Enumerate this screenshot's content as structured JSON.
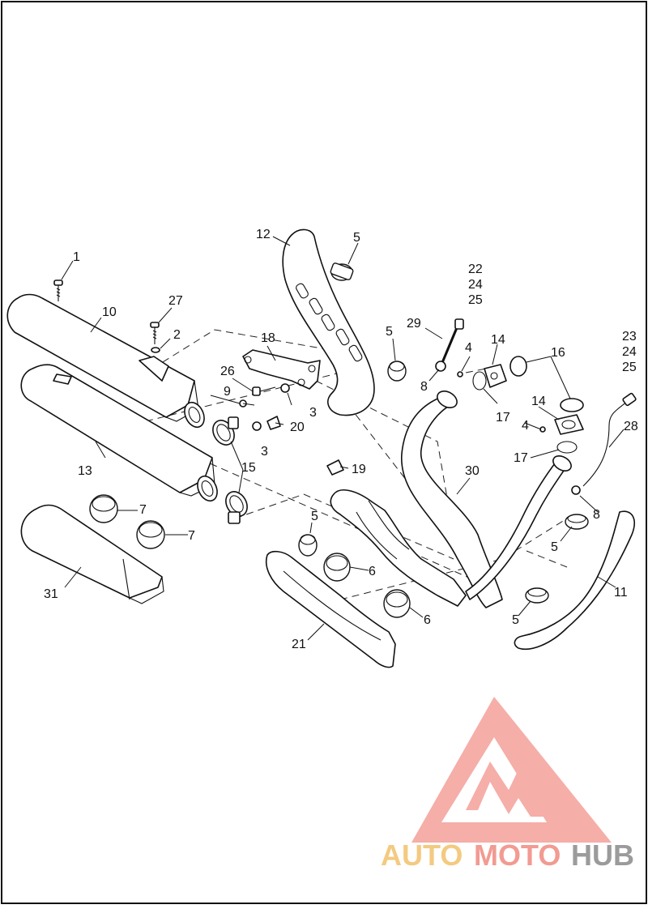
{
  "diagram": {
    "callouts": [
      {
        "id": "c1",
        "text": "1"
      },
      {
        "id": "c2",
        "text": "2"
      },
      {
        "id": "c3a",
        "text": "3"
      },
      {
        "id": "c3b",
        "text": "3"
      },
      {
        "id": "c4a",
        "text": "4"
      },
      {
        "id": "c4b",
        "text": "4"
      },
      {
        "id": "c5a",
        "text": "5"
      },
      {
        "id": "c5b",
        "text": "5"
      },
      {
        "id": "c5c",
        "text": "5"
      },
      {
        "id": "c5d",
        "text": "5"
      },
      {
        "id": "c5e",
        "text": "5"
      },
      {
        "id": "c6a",
        "text": "6"
      },
      {
        "id": "c6b",
        "text": "6"
      },
      {
        "id": "c7a",
        "text": "7"
      },
      {
        "id": "c7b",
        "text": "7"
      },
      {
        "id": "c8a",
        "text": "8"
      },
      {
        "id": "c8b",
        "text": "8"
      },
      {
        "id": "c9",
        "text": "9"
      },
      {
        "id": "c10",
        "text": "10"
      },
      {
        "id": "c11",
        "text": "11"
      },
      {
        "id": "c12",
        "text": "12"
      },
      {
        "id": "c13",
        "text": "13"
      },
      {
        "id": "c14a",
        "text": "14"
      },
      {
        "id": "c14b",
        "text": "14"
      },
      {
        "id": "c15",
        "text": "15"
      },
      {
        "id": "c16",
        "text": "16"
      },
      {
        "id": "c17a",
        "text": "17"
      },
      {
        "id": "c17b",
        "text": "17"
      },
      {
        "id": "c18",
        "text": "18"
      },
      {
        "id": "c19",
        "text": "19"
      },
      {
        "id": "c20",
        "text": "20"
      },
      {
        "id": "c21",
        "text": "21"
      },
      {
        "id": "c22",
        "text": "22"
      },
      {
        "id": "c24a",
        "text": "24"
      },
      {
        "id": "c25a",
        "text": "25"
      },
      {
        "id": "c23",
        "text": "23"
      },
      {
        "id": "c24b",
        "text": "24"
      },
      {
        "id": "c25b",
        "text": "25"
      },
      {
        "id": "c26",
        "text": "26"
      },
      {
        "id": "c27",
        "text": "27"
      },
      {
        "id": "c28",
        "text": "28"
      },
      {
        "id": "c29",
        "text": "29"
      },
      {
        "id": "c30",
        "text": "30"
      },
      {
        "id": "c31",
        "text": "31"
      }
    ]
  },
  "watermark": {
    "brand_part1": "AUTO",
    "brand_part2": "MOTO",
    "brand_part3": "HUB",
    "color_part1": "#f2c16b",
    "color_part2": "#f08a80",
    "color_part3": "#8a8a8a",
    "logo_color": "#f4a09a"
  }
}
